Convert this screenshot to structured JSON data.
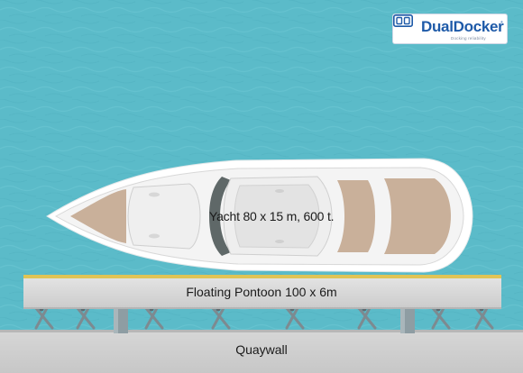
{
  "brand": {
    "name": "DualDocker",
    "registered": "®",
    "tagline": "Docking reliability",
    "color": "#1e5aa8"
  },
  "labels": {
    "yacht": "Yacht 80 x 15 m, 600 t.",
    "pontoon": "Floating Pontoon 100 x 6m",
    "quaywall": "Quaywall"
  },
  "colors": {
    "water": "#5bbbc9",
    "pontoon": "#d9d9d9",
    "pontoon_edge": "#e0c455",
    "quaywall": "#cfcfcf",
    "hull": "#f6f6f6",
    "deck_teak": "#cbb39c",
    "windscreen": "#5f6868"
  }
}
